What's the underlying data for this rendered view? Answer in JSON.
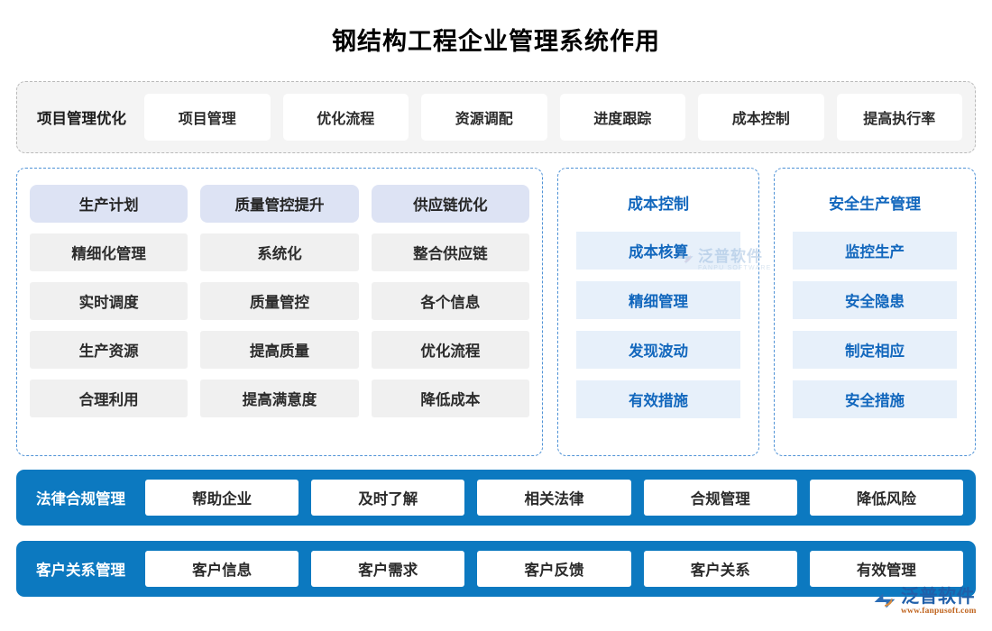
{
  "page": {
    "title": "钢结构工程企业管理系统作用"
  },
  "colors": {
    "accent_blue": "#0c79c0",
    "panel_border_blue": "#4f92d6",
    "panel_border_gray": "#b9b9b9",
    "chip_gray": "#f0f0f0",
    "chip_lavender": "#dde3f4",
    "chip_light_blue": "#e7f0fa",
    "text_blue": "#1267bd",
    "strip_bg": "#f4f4f4"
  },
  "top_strip": {
    "label": "项目管理优化",
    "chips": [
      "项目管理",
      "优化流程",
      "资源调配",
      "进度跟踪",
      "成本控制",
      "提高执行率"
    ]
  },
  "middle": {
    "wide_panel": {
      "columns": [
        {
          "header": "生产计划",
          "items": [
            "精细化管理",
            "实时调度",
            "生产资源",
            "合理利用"
          ]
        },
        {
          "header": "质量管控提升",
          "items": [
            "系统化",
            "质量管控",
            "提高质量",
            "提高满意度"
          ]
        },
        {
          "header": "供应链优化",
          "items": [
            "整合供应链",
            "各个信息",
            "优化流程",
            "降低成本"
          ]
        }
      ]
    },
    "cost_panel": {
      "header": "成本控制",
      "items": [
        "成本核算",
        "精细管理",
        "发现波动",
        "有效措施"
      ]
    },
    "safety_panel": {
      "header": "安全生产管理",
      "items": [
        "监控生产",
        "安全隐患",
        "制定相应",
        "安全措施"
      ]
    }
  },
  "bottom_bars": [
    {
      "label": "法律合规管理",
      "chips": [
        "帮助企业",
        "及时了解",
        "相关法律",
        "合规管理",
        "降低风险"
      ]
    },
    {
      "label": "客户关系管理",
      "chips": [
        "客户信息",
        "客户需求",
        "客户反馈",
        "客户关系",
        "有效管理"
      ]
    }
  ],
  "watermarks": {
    "center": {
      "text": "泛普软件",
      "sub": "FANPU SOFTWARE"
    },
    "logo": {
      "text": "泛普软件",
      "url": "www.fanpusoft.com"
    }
  }
}
